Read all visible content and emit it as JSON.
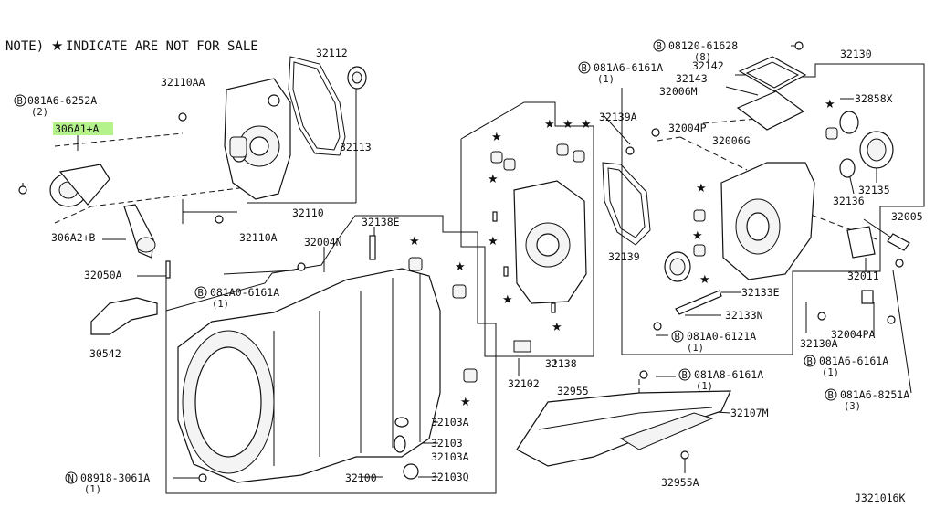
{
  "header": {
    "note_prefix": "NOTE)",
    "note_text": "INDICATE ARE NOT FOR SALE",
    "diagram_id": "J321016K"
  },
  "symbols": {
    "star": "★",
    "circle_b": "B",
    "circle_n": "N"
  },
  "colors": {
    "highlight": "#b6f28c",
    "ink": "#111111"
  },
  "labels": {
    "p32112": "32112",
    "p32110AA": "32110AA",
    "p081A6_6252A": "081A6-6252A",
    "p081A6_6252A_qty": "(2)",
    "p306A1A": "306A1+A",
    "p32113": "32113",
    "p32110": "32110",
    "p32110A": "32110A",
    "p306A2B": "306A2+B",
    "p32050A": "32050A",
    "p30542": "30542",
    "p32138E": "32138E",
    "p32004N": "32004N",
    "p081A0_6161A": "081A0-6161A",
    "p081A0_6161A_qty": "(1)",
    "p08120_61628": "08120-61628",
    "p08120_61628_qty": "(8)",
    "p081A6_6161A_top": "081A6-6161A",
    "p081A6_6161A_top_qty": "(1)",
    "p32130": "32130",
    "p32142": "32142",
    "p32143": "32143",
    "p32006M": "32006M",
    "p32858X": "32858X",
    "p32139A": "32139A",
    "p32004P": "32004P",
    "p32006G": "32006G",
    "p32139": "32139",
    "p32136": "32136",
    "p32135": "32135",
    "p32005": "32005",
    "p32011": "32011",
    "p32133E": "32133E",
    "p32133N": "32133N",
    "p081A0_6121A": "081A0-6121A",
    "p081A0_6121A_qty": "(1)",
    "p32130A": "32130A",
    "p32004PA": "32004PA",
    "p081A6_6161A_right": "081A6-6161A",
    "p081A6_6161A_right_qty": "(1)",
    "p081A6_8251A": "081A6-8251A",
    "p081A6_8251A_qty": "(3)",
    "p32138": "32138",
    "p32102": "32102",
    "p32955": "32955",
    "p081A8_6161A": "081A8-6161A",
    "p081A8_6161A_qty": "(1)",
    "p32107M": "32107M",
    "p32955A": "32955A",
    "p32103A_1": "32103A",
    "p32103_top": "32103",
    "p32103A_2": "32103A",
    "p32103Q": "32103Q",
    "p32100": "32100",
    "p08918_3061A": "08918-3061A",
    "p08918_3061A_qty": "(1)"
  }
}
